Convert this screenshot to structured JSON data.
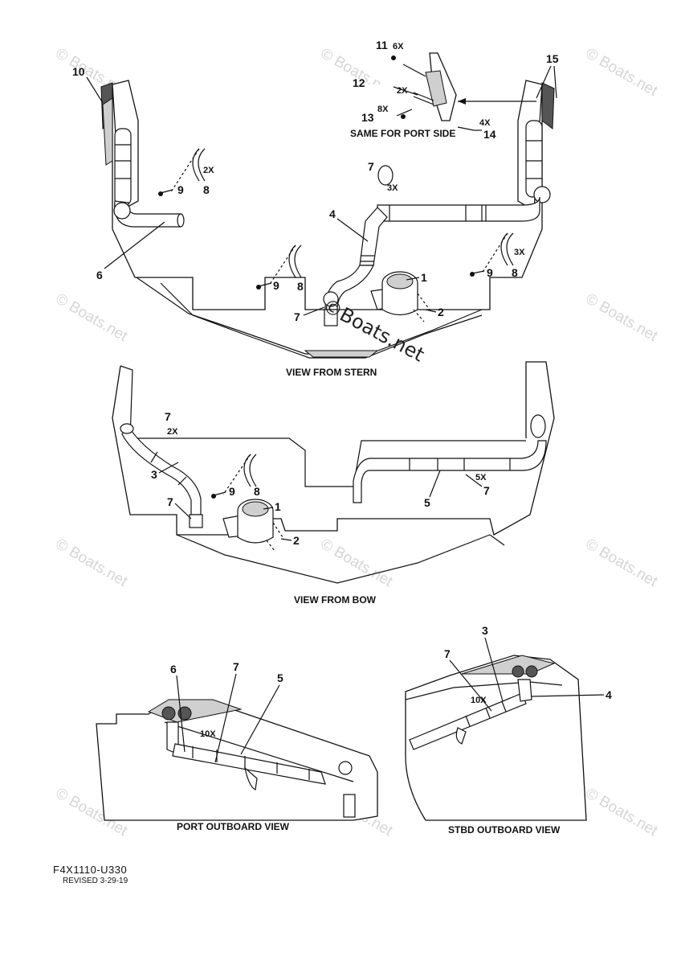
{
  "watermark": "© Boats.net",
  "stamp": "©Boats.net",
  "views": {
    "stern": "VIEW FROM STERN",
    "bow": "VIEW FROM BOW",
    "port": "PORT OUTBOARD VIEW",
    "stbd": "STBD OUTBOARD VIEW"
  },
  "inset": {
    "note": "SAME FOR PORT SIDE"
  },
  "callouts": {
    "c1": "1",
    "c2": "2",
    "c3": "3",
    "c4": "4",
    "c5": "5",
    "c6": "6",
    "c7": "7",
    "c8": "8",
    "c9": "9",
    "c10": "10",
    "c11": "11",
    "c12": "12",
    "c13": "13",
    "c14": "14",
    "c15": "15"
  },
  "quantities": {
    "q6x": "6X",
    "q2x": "2X",
    "q8x": "8X",
    "q4x": "4X",
    "q3x": "3X",
    "q5x": "5X",
    "q10x": "10X"
  },
  "footer": {
    "part_number": "F4X1110-U330",
    "revised": "REVISED 3-29-19"
  }
}
